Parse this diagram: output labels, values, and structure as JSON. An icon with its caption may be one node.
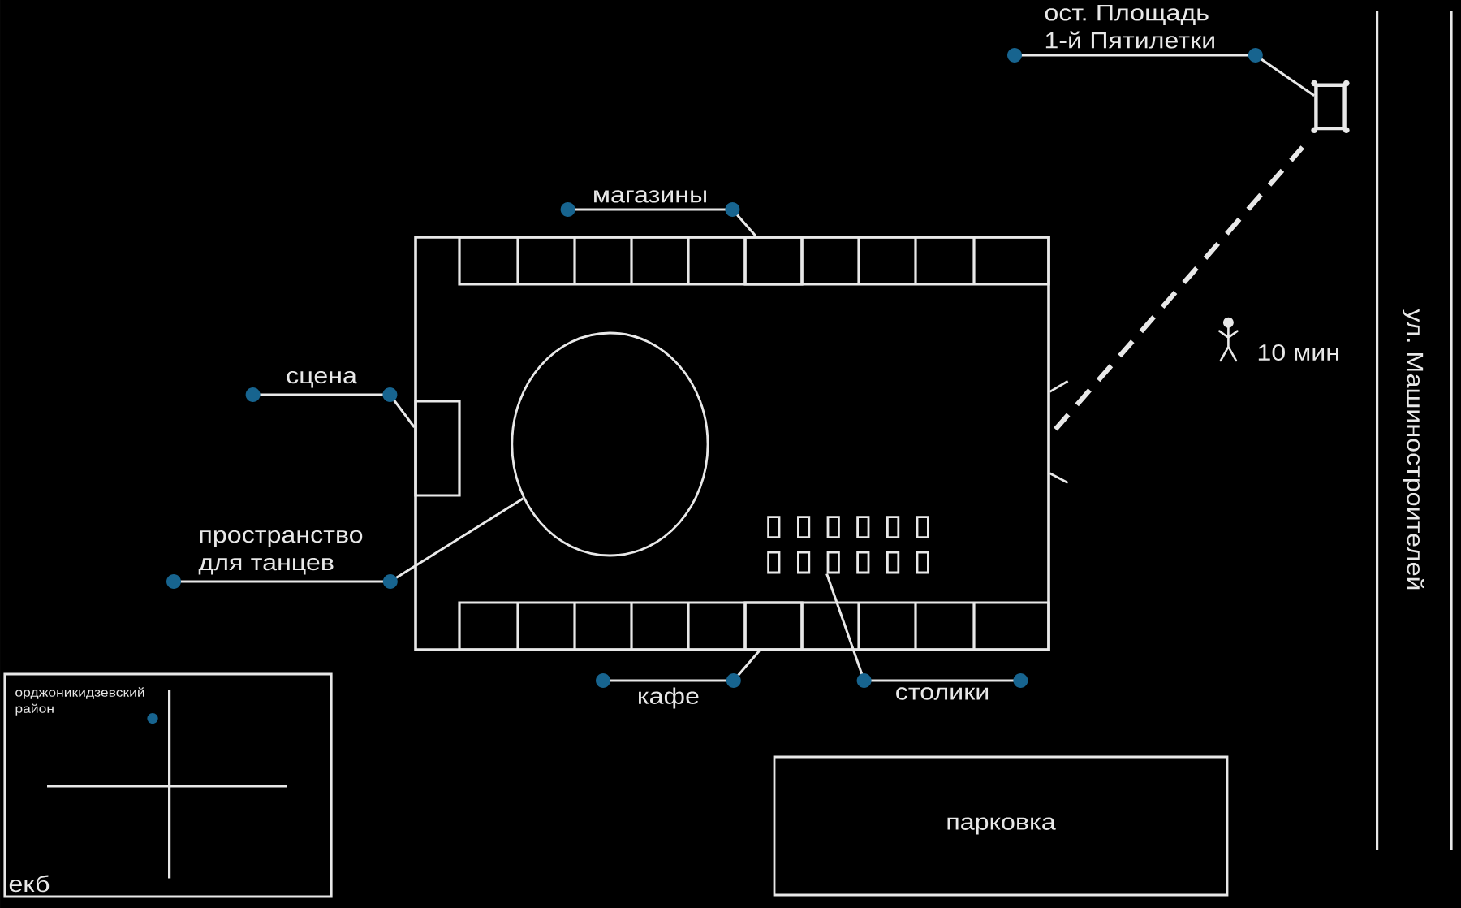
{
  "diagram": {
    "nodes": [
      {
        "text": [
          "ост. Площадь 1-й Пятилетки"
        ]
      },
      {
        "text": [],
        "shape": "box"
      },
      {
        "text": [
          "магазины"
        ]
      },
      {
        "text": [],
        "shape": "box"
      },
      {
        "text": [],
        "shape": "box",
        "in": 3
      },
      {
        "text": [
          "сцена"
        ]
      },
      {
        "text": [],
        "shape": "box",
        "in": 3
      },
      {
        "text": [],
        "shape": "circle",
        "in": 3
      },
      {
        "text": [
          "пространство для танцев"
        ]
      },
      {
        "text": [],
        "shape": "box",
        "in": 3
      },
      {
        "text": [],
        "shape": "box",
        "in": 3
      },
      {
        "text": [
          "кафе"
        ]
      },
      {
        "text": [
          "столики"
        ]
      },
      {
        "text": [
          "орджоникидзевский район",
          "екб"
        ]
      },
      {
        "text": [
          "парковка"
        ]
      }
    ],
    "edges": [
      {
        "from": 0,
        "to": 1,
        "arrow": "none"
      },
      {
        "from": 2,
        "to": 4,
        "arrow": "none"
      },
      {
        "from": 5,
        "to": 6,
        "arrow": "none"
      },
      {
        "from": 8,
        "to": 7,
        "arrow": "none"
      },
      {
        "from": 11,
        "to": 10,
        "arrow": "none"
      },
      {
        "from": 12,
        "to": 9,
        "arrow": "none"
      },
      {
        "from": 3,
        "to": 1,
        "arrow": "none",
        "style": "dashed",
        "label": "10 мин"
      }
    ],
    "labels": [
      "ул. Машиностроителей"
    ]
  }
}
